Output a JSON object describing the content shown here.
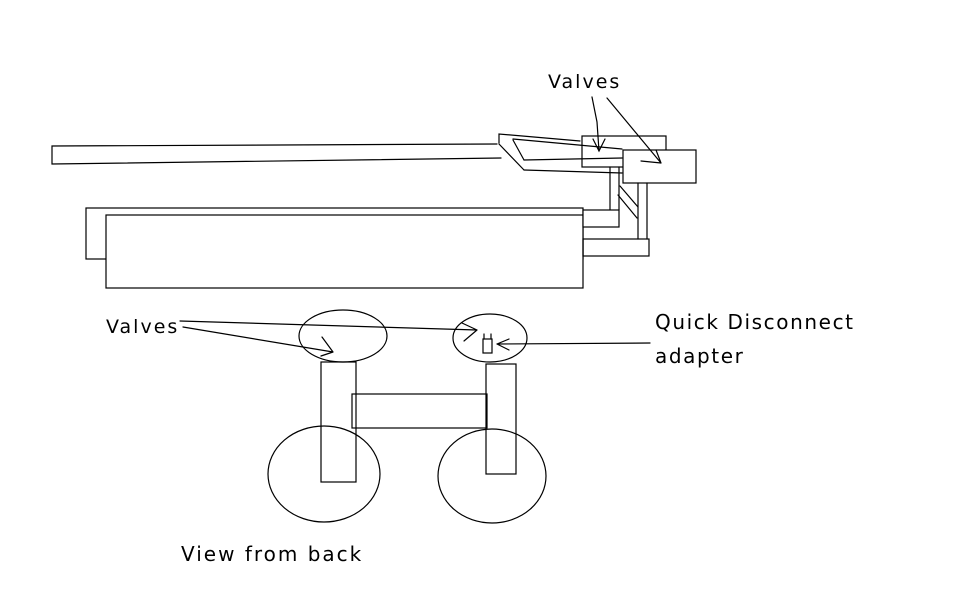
{
  "canvas": {
    "background": "#ffffff",
    "ink_color": "#000000",
    "kind": "hand-drawn paint sketch, two views of a device"
  },
  "labels": {
    "valves_top": "Valves",
    "valves_back": "Valves",
    "quick_disconnect": {
      "line1": "Quick Disconnect",
      "line2": "adapter"
    },
    "caption": "View from back"
  }
}
